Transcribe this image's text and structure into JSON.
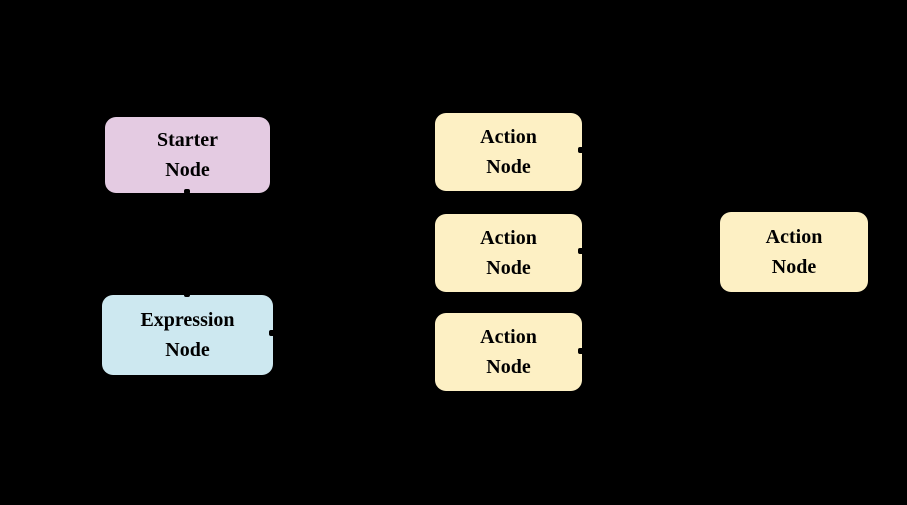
{
  "canvas": {
    "background_color": "#000000",
    "text_color": "#000000"
  },
  "colors": {
    "starter_node_fill": "#e4cbe2",
    "expression_node_fill": "#cde8f0",
    "action_node_fill": "#fdf0c4",
    "connector_dot": "#000000"
  },
  "nodes": {
    "starter": {
      "line1": "Starter",
      "line2": "Node"
    },
    "expression": {
      "line1": "Expression",
      "line2": "Node"
    },
    "action1": {
      "line1": "Action",
      "line2": "Node"
    },
    "action2": {
      "line1": "Action",
      "line2": "Node"
    },
    "action3": {
      "line1": "Action",
      "line2": "Node"
    },
    "action4": {
      "line1": "Action",
      "line2": "Node"
    }
  }
}
